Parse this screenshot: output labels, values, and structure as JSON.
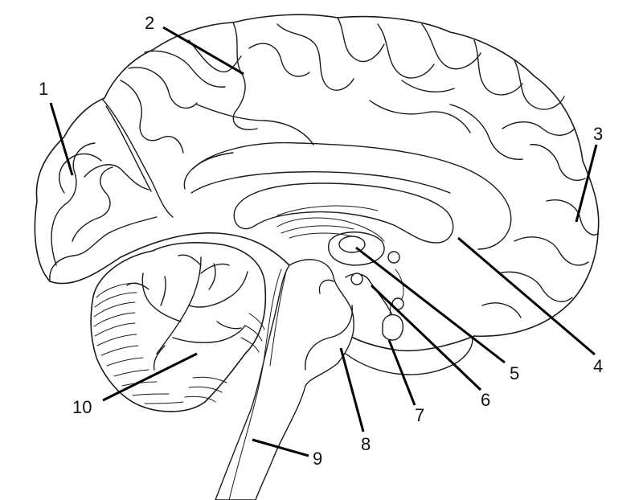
{
  "labels": [
    {
      "id": "1",
      "text": "1"
    },
    {
      "id": "2",
      "text": "2"
    },
    {
      "id": "3",
      "text": "3"
    },
    {
      "id": "4",
      "text": "4"
    },
    {
      "id": "5",
      "text": "5"
    },
    {
      "id": "6",
      "text": "6"
    },
    {
      "id": "7",
      "text": "7"
    },
    {
      "id": "8",
      "text": "8"
    },
    {
      "id": "9",
      "text": "9"
    },
    {
      "id": "10",
      "text": "10"
    }
  ],
  "colors": {
    "line": "#1a1a1a",
    "background": "#ffffff",
    "label": "#111111"
  }
}
